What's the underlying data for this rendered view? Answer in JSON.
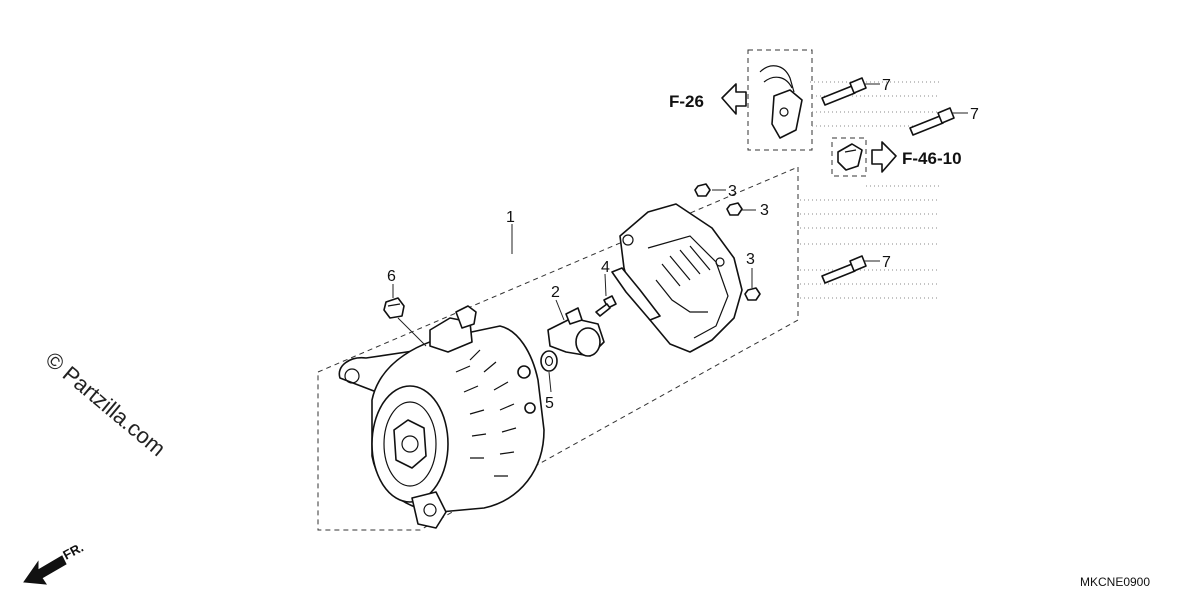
{
  "callouts": {
    "c1": "1",
    "c2": "2",
    "c3a": "3",
    "c3b": "3",
    "c3c": "3",
    "c4": "4",
    "c5": "5",
    "c6": "6",
    "c7a": "7",
    "c7b": "7",
    "c7c": "7"
  },
  "refs": {
    "f26": "F-26",
    "f4610": "F-46-10"
  },
  "diagram_code": "MKCNE0900",
  "watermark": "© Partzilla.com",
  "front_label": "FR."
}
